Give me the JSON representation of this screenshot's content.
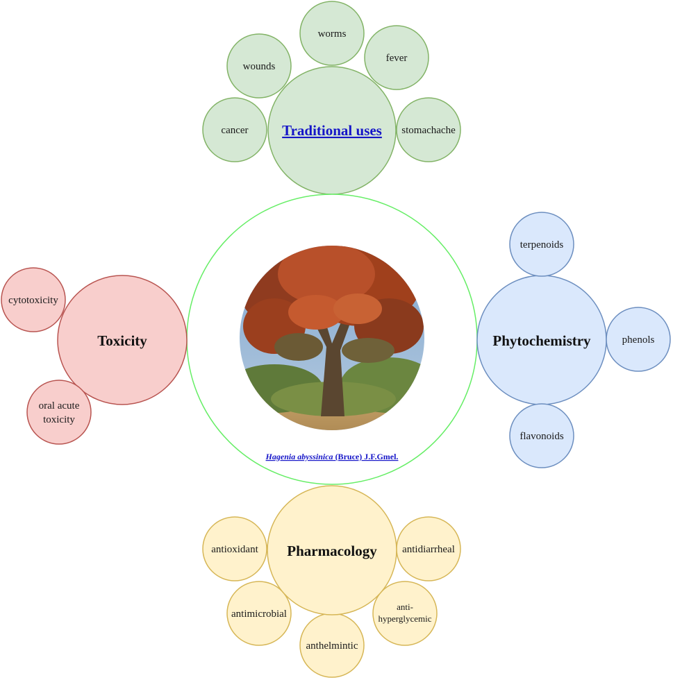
{
  "colors": {
    "green_fill": "#d5e8d4",
    "green_stroke": "#82b366",
    "red_fill": "#f8cecc",
    "red_stroke": "#b85450",
    "blue_fill": "#dae8fc",
    "blue_stroke": "#6c8ebf",
    "yellow_fill": "#fff2cc",
    "yellow_stroke": "#d6b656",
    "center_stroke": "#66ee66",
    "link": "#1515c8"
  },
  "center": {
    "image_icon": "hagenia-tree-photo",
    "species_italic": "Hagenia abyssinica",
    "species_rest": " (Bruce) J.F.Gmel."
  },
  "traditional_uses": {
    "title": "Traditional uses",
    "items": [
      "worms",
      "wounds",
      "fever",
      "cancer",
      "stomachache"
    ]
  },
  "toxicity": {
    "title": "Toxicity",
    "items": [
      "cytotoxicity",
      "oral acute",
      "toxicity"
    ]
  },
  "phytochemistry": {
    "title": "Phytochemistry",
    "items": [
      "terpenoids",
      "phenols",
      "flavonoids"
    ]
  },
  "pharmacology": {
    "title": "Pharmacology",
    "items": [
      "antioxidant",
      "antidiarrheal",
      "antimicrobial",
      "anti-",
      "hyperglycemic",
      "anthelmintic"
    ]
  }
}
